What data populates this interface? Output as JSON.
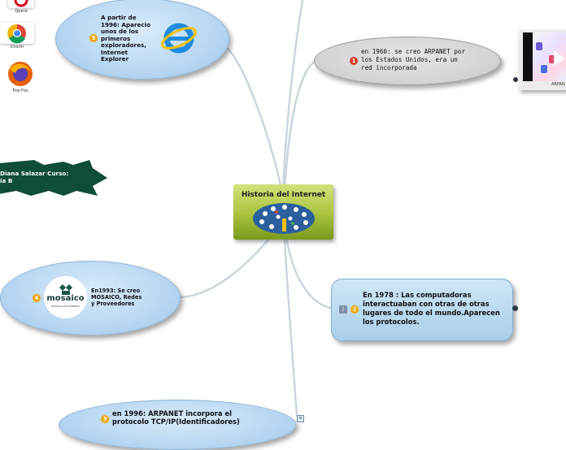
{
  "central": {
    "title": "Historia del Internet"
  },
  "nodes": {
    "n1": {
      "number": "1",
      "text": "en 1960: se creo ARPANET por los Estados Unidos, era un red incorporada"
    },
    "n2": {
      "number": "2",
      "text": "En 1978 : Las computadoras interactuaban con otras de otras lugares de todo el mundo.Aparecen los protocolos."
    },
    "n3": {
      "number": "3",
      "text": "en 1996: ARPANET incorpora el protocolo TCP/IP(Identificadores)"
    },
    "n4": {
      "number": "4",
      "text": "En1993: Se creo MOSAICO, Redes y Proveedores",
      "logo_name": "mosaico",
      "logo_tagline": "MOSAICO DE INTERNET"
    },
    "n5": {
      "number": "5",
      "text": "A partir de 1996: Aparecio unos de los primeros exploradores, Internet Explorer"
    }
  },
  "author_banner": {
    "line1": "Diana Salazar Curso:",
    "line2": "ia B"
  },
  "browsers": [
    {
      "label": "Opera",
      "icon": "opera-icon"
    },
    {
      "label": "Chorm",
      "icon": "chrome-icon"
    },
    {
      "label": "Fire Fox",
      "icon": "firefox-icon"
    }
  ],
  "side_image": {
    "caption": "ARPAN"
  },
  "colors": {
    "branch": "#c9d4dc",
    "central_top": "#c6d96a",
    "central_bottom": "#7a9a1e",
    "banner": "#0f4d37"
  }
}
